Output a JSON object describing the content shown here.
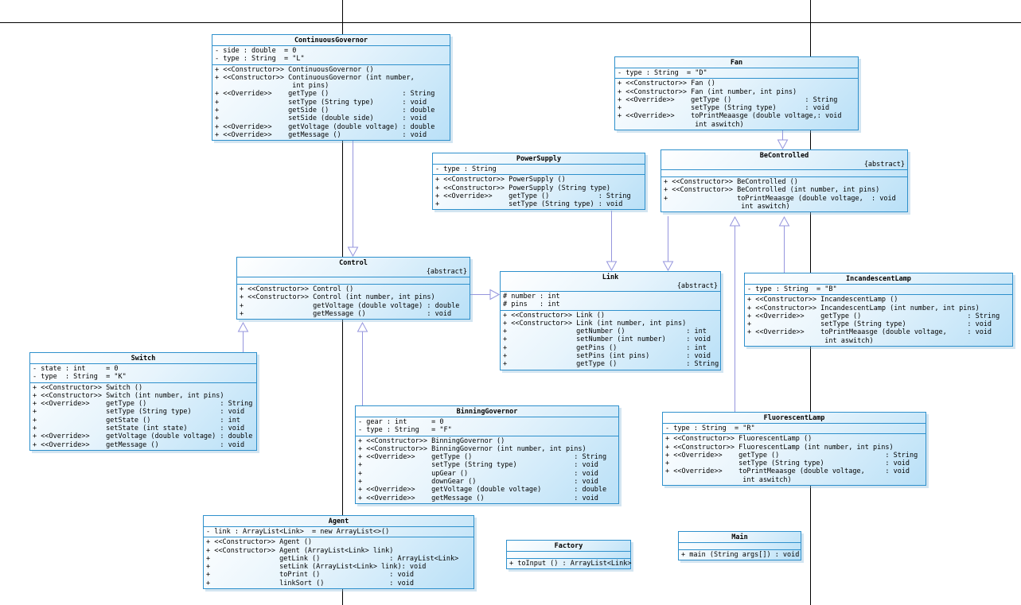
{
  "diagram": {
    "arrow_color": "#9595dd",
    "box_border_color": "#2e90cc",
    "page_line_color": "#000000",
    "classes": [
      {
        "name": "ContinuousGovernor",
        "stereotype": "",
        "attributes": [
          "- side : double  = 0",
          "- type : String  = \"L\""
        ],
        "methods": [
          "+ <<Constructor>> ContinuousGovernor ()",
          "+ <<Constructor>> ContinuousGovernor (int number,",
          "                   int pins)",
          "+ <<Override>>    getType ()                  : String",
          "+                 setType (String type)       : void",
          "+                 getSide ()                  : double",
          "+                 setSide (double side)       : void",
          "+ <<Override>>    getVoltage (double voltage) : double",
          "+ <<Override>>    getMessage ()               : void"
        ]
      },
      {
        "name": "Fan",
        "stereotype": "",
        "attributes": [
          "- type : String  = \"D\""
        ],
        "methods": [
          "+ <<Constructor>> Fan ()",
          "+ <<Constructor>> Fan (int number, int pins)",
          "+ <<Override>>    getType ()                  : String",
          "+                 setType (String type)       : void",
          "+ <<Override>>    toPrintMeaasge (double voltage,: void",
          "                   int aswitch)"
        ]
      },
      {
        "name": "PowerSupply",
        "stereotype": "",
        "attributes": [
          "- type : String"
        ],
        "methods": [
          "+ <<Constructor>> PowerSupply ()",
          "+ <<Constructor>> PowerSupply (String type)",
          "+ <<Override>>    getType ()            : String",
          "+                 setType (String type) : void"
        ]
      },
      {
        "name": "BeControlled",
        "stereotype": "{abstract}",
        "attributes": [],
        "methods": [
          "+ <<Constructor>> BeControlled ()",
          "+ <<Constructor>> BeControlled (int number, int pins)",
          "+                 toPrintMeaasge (double voltage,  : void",
          "                   int aswitch)"
        ]
      },
      {
        "name": "Control",
        "stereotype": "{abstract}",
        "attributes": [],
        "methods": [
          "+ <<Constructor>> Control ()",
          "+ <<Constructor>> Control (int number, int pins)",
          "+                 getVoltage (double voltage) : double",
          "+                 getMessage ()               : void"
        ]
      },
      {
        "name": "Link",
        "stereotype": "{abstract}",
        "attributes": [
          "# number : int",
          "# pins   : int"
        ],
        "methods": [
          "+ <<Constructor>> Link ()",
          "+ <<Constructor>> Link (int number, int pins)",
          "+                 getNumber ()               : int",
          "+                 setNumber (int number)     : void",
          "+                 getPins ()                 : int",
          "+                 setPins (int pins)         : void",
          "+                 getType ()                 : String"
        ]
      },
      {
        "name": "IncandescentLamp",
        "stereotype": "",
        "attributes": [
          "- type : String  = \"B\""
        ],
        "methods": [
          "+ <<Constructor>> IncandescentLamp ()",
          "+ <<Constructor>> IncandescentLamp (int number, int pins)",
          "+ <<Override>>    getType ()                          : String",
          "+                 setType (String type)               : void",
          "+ <<Override>>    toPrintMeaasge (double voltage,     : void",
          "                   int aswitch)"
        ]
      },
      {
        "name": "Switch",
        "stereotype": "",
        "attributes": [
          "- state : int     = 0",
          "- type  : String  = \"K\""
        ],
        "methods": [
          "+ <<Constructor>> Switch ()",
          "+ <<Constructor>> Switch (int number, int pins)",
          "+ <<Override>>    getType ()                  : String",
          "+                 setType (String type)       : void",
          "+                 getState ()                 : int",
          "+                 setState (int state)        : void",
          "+ <<Override>>    getVoltage (double voltage) : double",
          "+ <<Override>>    getMessage ()               : void"
        ]
      },
      {
        "name": "BinningGovernor",
        "stereotype": "",
        "attributes": [
          "- gear : int      = 0",
          "- type : String   = \"F\""
        ],
        "methods": [
          "+ <<Constructor>> BinningGovernor ()",
          "+ <<Constructor>> BinningGovernor (int number, int pins)",
          "+ <<Override>>    getType ()                         : String",
          "+                 setType (String type)              : void",
          "+                 upGear ()                          : void",
          "+                 downGear ()                        : void",
          "+ <<Override>>    getVoltage (double voltage)        : double",
          "+ <<Override>>    getMessage ()                      : void"
        ]
      },
      {
        "name": "FluorescentLamp",
        "stereotype": "",
        "attributes": [
          "- type : String  = \"R\""
        ],
        "methods": [
          "+ <<Constructor>> FluorescentLamp ()",
          "+ <<Constructor>> FluorescentLamp (int number, int pins)",
          "+ <<Override>>    getType ()                          : String",
          "+                 setType (String type)               : void",
          "+ <<Override>>    toPrintMeaasge (double voltage,     : void",
          "                   int aswitch)"
        ]
      },
      {
        "name": "Agent",
        "stereotype": "",
        "attributes": [
          "- link : ArrayList<Link>  = new ArrayList<>()"
        ],
        "methods": [
          "+ <<Constructor>> Agent ()",
          "+ <<Constructor>> Agent (ArrayList<Link> link)",
          "+                 getLink ()                 : ArrayList<Link>",
          "+                 setLink (ArrayList<Link> link): void",
          "+                 toPrint ()                 : void",
          "+                 linkSort ()                : void"
        ]
      },
      {
        "name": "Factory",
        "stereotype": "",
        "attributes": [],
        "methods": [
          "+ toInput () : ArrayList<Link>"
        ]
      },
      {
        "name": "Main",
        "stereotype": "",
        "attributes": [],
        "methods": [
          "+ main (String args[]) : void"
        ]
      }
    ],
    "relationships": [
      {
        "from": "ContinuousGovernor",
        "to": "Control",
        "type": "generalization"
      },
      {
        "from": "Control",
        "to": "Link",
        "type": "generalization"
      },
      {
        "from": "PowerSupply",
        "to": "Link",
        "type": "generalization"
      },
      {
        "from": "BeControlled",
        "to": "Link",
        "type": "generalization"
      },
      {
        "from": "Fan",
        "to": "BeControlled",
        "type": "generalization"
      },
      {
        "from": "Switch",
        "to": "Control",
        "type": "generalization"
      },
      {
        "from": "BinningGovernor",
        "to": "Control",
        "type": "generalization"
      },
      {
        "from": "IncandescentLamp",
        "to": "BeControlled",
        "type": "generalization"
      },
      {
        "from": "FluorescentLamp",
        "to": "BeControlled",
        "type": "generalization"
      }
    ]
  }
}
